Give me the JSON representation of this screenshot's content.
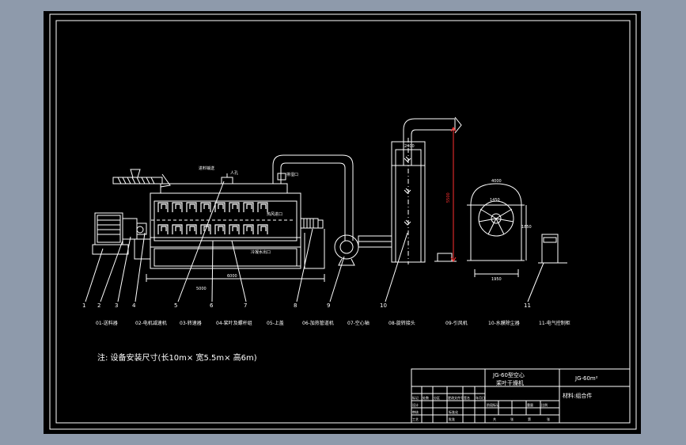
{
  "drawing": {
    "note": "注: 设备安装尺寸(长10m× 宽5.5m× 高6m)",
    "dimensions": {
      "d1": "5000",
      "d2": "6000",
      "h_tower": "5500",
      "w_mill": "1950",
      "mill_top": "4000",
      "d_small_a": "1450",
      "d_small_b": "1850",
      "d_small_c": "2400"
    },
    "callout_labels": {
      "steam_in": "进料输送",
      "exhaust": "排湿口",
      "manhole": "人孔",
      "interior": "热风进口",
      "drain": "冷凝水出口"
    },
    "legend": [
      "01-送料器",
      "02-电机减速机",
      "03-转速器",
      "04-桨叶及螺杆组",
      "05-上盖",
      "06-加热管道机",
      "07-空心轴",
      "08-旋转接头",
      "09-引风机",
      "10-水膜除尘器",
      "11-电气控制柜"
    ],
    "item_numbers": [
      "1",
      "2",
      "3",
      "4",
      "5",
      "6",
      "7",
      "8",
      "9",
      "10",
      "11"
    ],
    "title_block": {
      "title_line1": "JG-60型空心",
      "title_line2": "桨叶干燥机",
      "model": "JG-60m²",
      "material": "材料:组合件",
      "row_labels": [
        "标记",
        "设计",
        "审核",
        "工艺",
        "标准化",
        "批准"
      ],
      "col_labels": [
        "处数",
        "分区",
        "更改文件号",
        "签名",
        "年月日"
      ],
      "stage_labels": [
        "阶段标记",
        "重量",
        "比例"
      ],
      "sheet_labels": [
        "共",
        "张",
        "第",
        "张"
      ]
    }
  }
}
